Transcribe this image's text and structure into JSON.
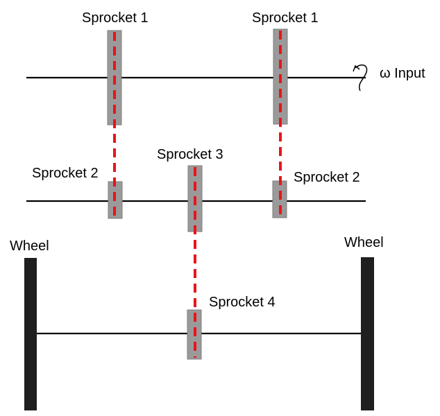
{
  "labels": {
    "sprocket1_left": "Sprocket 1",
    "sprocket1_right": "Sprocket 1",
    "sprocket2_left": "Sprocket 2",
    "sprocket2_right": "Sprocket 2",
    "sprocket3": "Sprocket 3",
    "sprocket4": "Sprocket 4",
    "wheel_left": "Wheel",
    "wheel_right": "Wheel",
    "input": "ω Input"
  },
  "colors": {
    "shaft": "#000000",
    "sprocket_fill": "#9a9a9a",
    "chain": "#e8141b",
    "wheel": "#1f1f1f",
    "background": "#ffffff"
  },
  "icons": {
    "rotation_arrow": "curved-rotation-arrow-icon"
  }
}
